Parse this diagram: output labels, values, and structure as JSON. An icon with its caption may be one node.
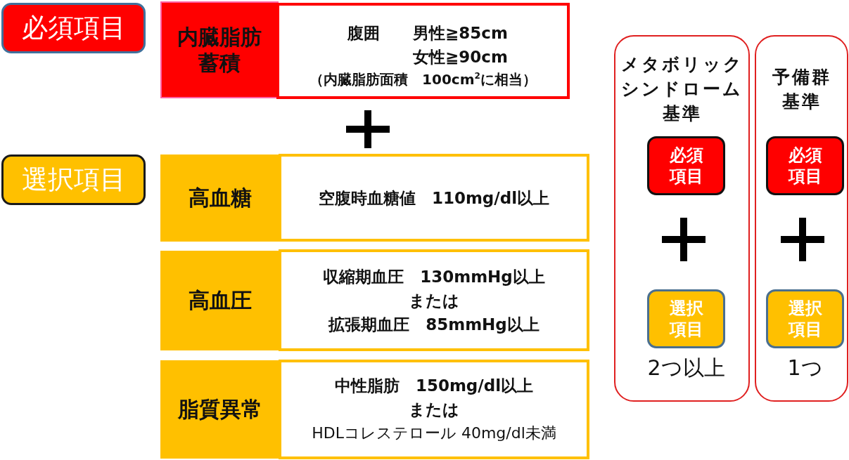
{
  "diagram": {
    "nodes": [
      {
        "text": [
          "必須項目"
        ]
      },
      {
        "text": [
          "選択項目"
        ]
      },
      {
        "text": [
          "内臓脂肪蓄積"
        ]
      },
      {
        "text": [
          "腹囲",
          "男性≧85cm",
          "女性≧90cm",
          "（内臓脂肪面積　100cm$^{2}$に相当）"
        ]
      },
      {
        "text": [
          "高血糖"
        ]
      },
      {
        "text": [
          "空腹時血糖値　110mg/dl以上"
        ]
      },
      {
        "text": [
          "高血圧"
        ]
      },
      {
        "text": [
          "収縮期血圧　130mmHg以上",
          "または",
          "拡張期血圧　85mmHg以上"
        ]
      },
      {
        "text": [
          "脂質異常"
        ]
      },
      {
        "text": [
          "中性脂肪　150mg/dl以上",
          "または",
          "HDLコレステロール 40mg/dl未満"
        ]
      },
      {
        "text": [
          "メタボリックシンドローム基準"
        ]
      },
      {
        "text": [
          "必須項目"
        ],
        "in": 10
      },
      {
        "text": [
          "選択項目"
        ],
        "in": 10,
        "beside": [
          "2つ以上"
        ]
      },
      {
        "text": [
          "予備群基準"
        ]
      },
      {
        "text": [
          "必須項目"
        ],
        "in": 13
      },
      {
        "text": [
          "選択項目"
        ],
        "in": 13,
        "beside": [
          "1つ"
        ]
      }
    ]
  }
}
